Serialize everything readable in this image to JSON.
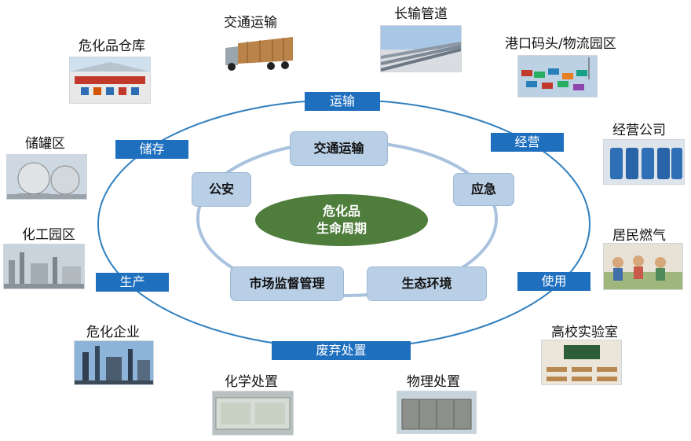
{
  "center": {
    "line1": "危化品",
    "line2": "生命周期"
  },
  "agencies": {
    "transport": "交通运输",
    "police": "公安",
    "emergency": "应急",
    "market": "市场监督管理",
    "eco": "生态环境"
  },
  "stages": {
    "transport": "运输",
    "storage": "储存",
    "operation": "经营",
    "production": "生产",
    "usage": "使用",
    "disposal": "废弃处置"
  },
  "nodes": {
    "warehouse": "危化品仓库",
    "traffic": "交通运输",
    "pipeline": "长输管道",
    "port": "港口码头/物流园区",
    "company": "经营公司",
    "tank": "储罐区",
    "chem_park": "化工园区",
    "gas": "居民燃气",
    "enterprise": "危化企业",
    "lab": "高校实验室",
    "chem_disposal": "化学处置",
    "phys_disposal": "物理处置"
  },
  "colors": {
    "stage_box": "#1f6fbf",
    "agency_box": "#b9cfe6",
    "center": "#4e7d3c",
    "ellipse_stroke": "#2f7fbf",
    "inner_ring": "#a9c2de"
  }
}
